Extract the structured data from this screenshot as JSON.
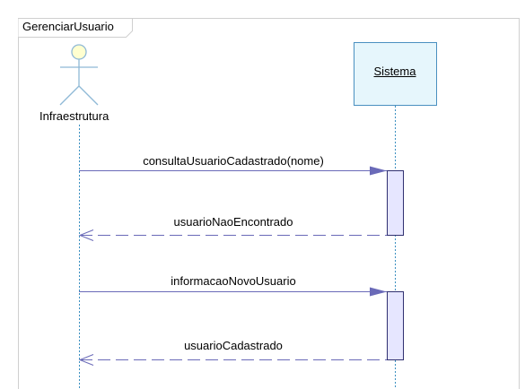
{
  "frame": {
    "name": "GerenciarUsuario"
  },
  "lifelines": [
    {
      "kind": "actor",
      "label": "Infraestrutura"
    },
    {
      "kind": "object",
      "label": "Sistema"
    }
  ],
  "messages": [
    {
      "label": "consultaUsuarioCadastrado(nome)",
      "from": "Infraestrutura",
      "to": "Sistema",
      "style": "call"
    },
    {
      "label": "usuarioNaoEncontrado",
      "from": "Sistema",
      "to": "Infraestrutura",
      "style": "return"
    },
    {
      "label": "informacaoNovoUsuario",
      "from": "Infraestrutura",
      "to": "Sistema",
      "style": "call"
    },
    {
      "label": "usuarioCadastrado",
      "from": "Sistema",
      "to": "Infraestrutura",
      "style": "return"
    }
  ],
  "colors": {
    "frame_border": "#cfcfcf",
    "object_fill": "#e6f6fc",
    "object_border": "#4a90c0",
    "actor_head_fill": "#ffffd0",
    "actor_stroke": "#8fb9d6",
    "lifeline": "#3a8fc0",
    "message_line": "#6a6ab8",
    "activation_fill": "#e6e6ff",
    "activation_border": "#303070"
  }
}
